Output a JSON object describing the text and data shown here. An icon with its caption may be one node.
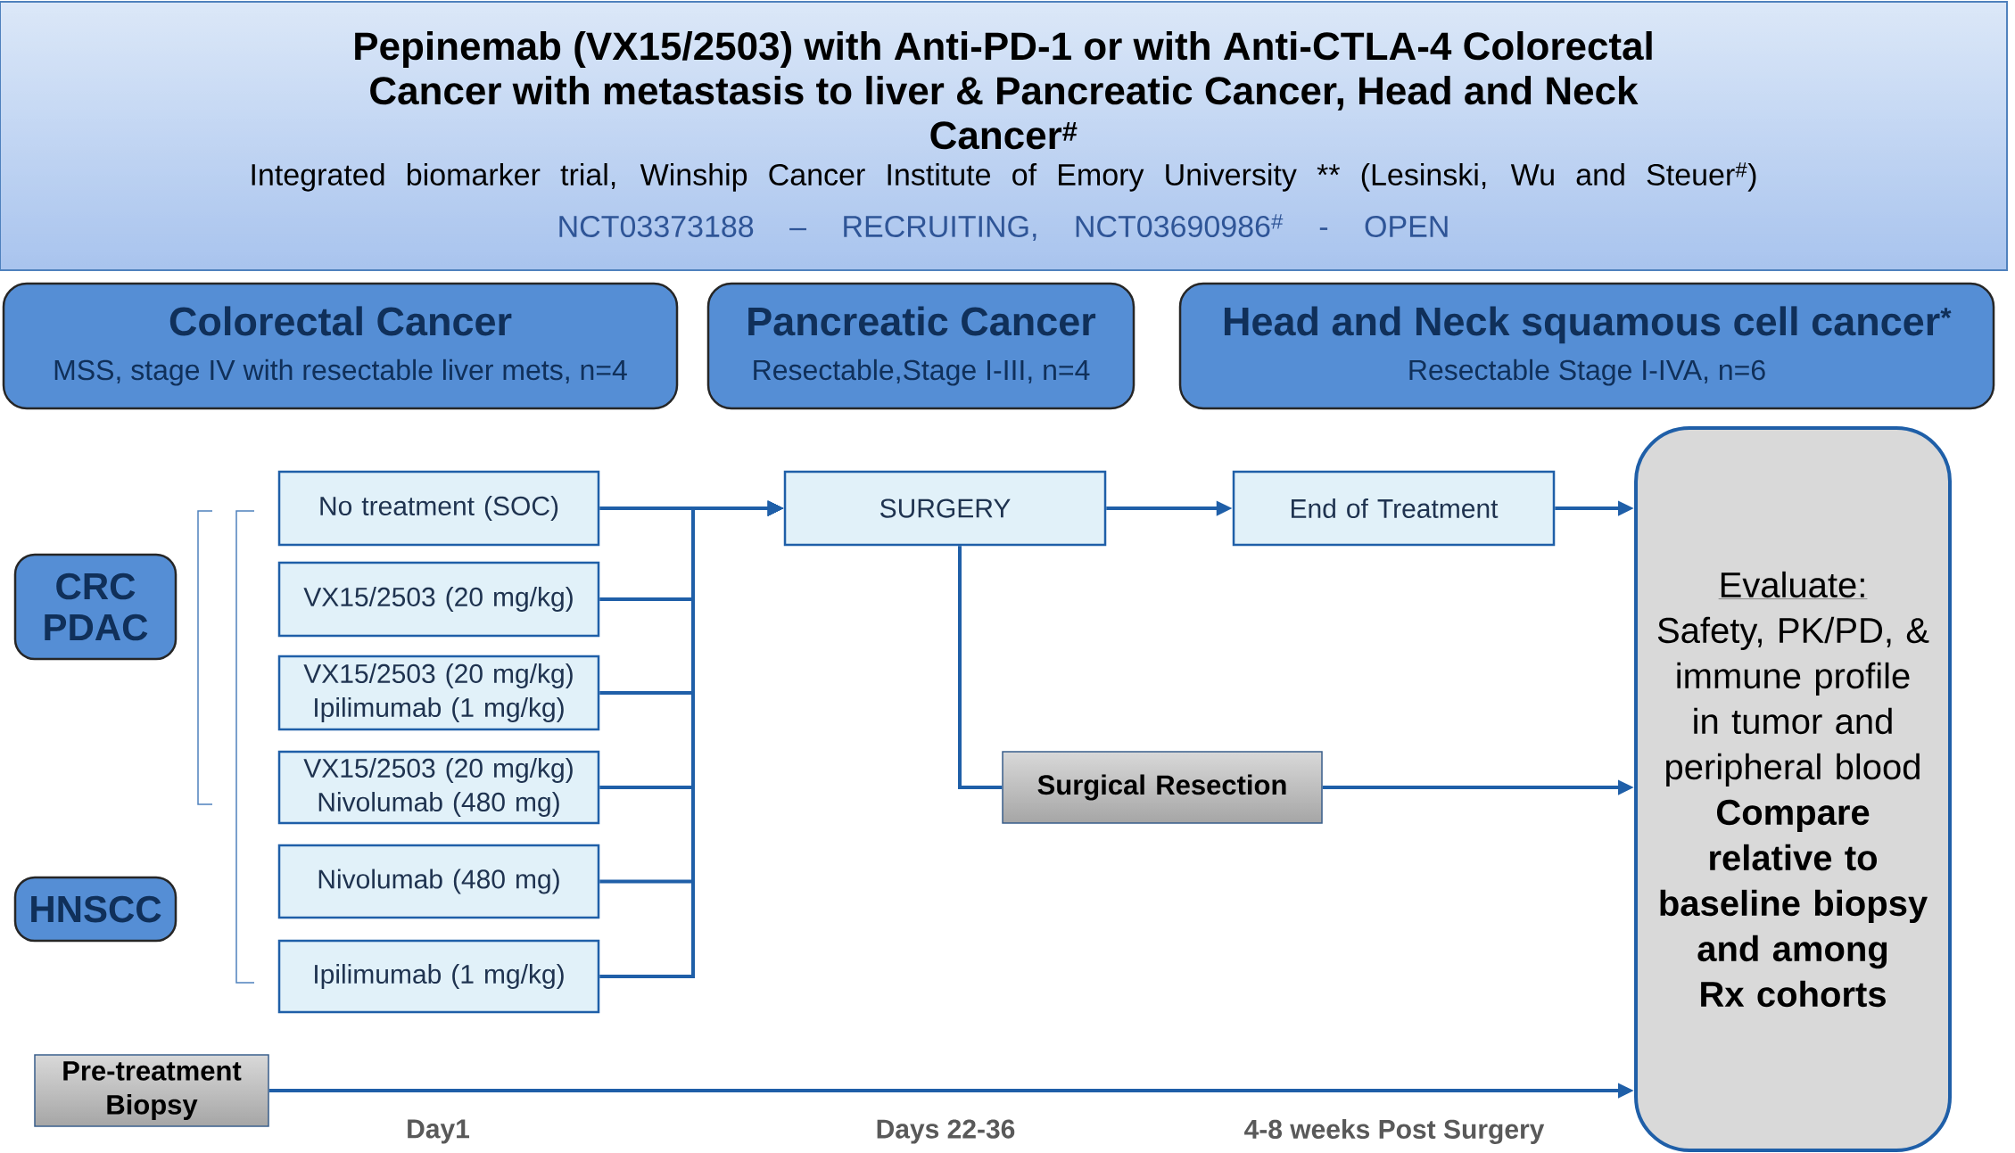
{
  "diagram": {
    "nodes": [
      {
        "text": [
          "Pepinemab (VX15/2503) with Anti-PD-1 or with Anti-CTLA-4 Colorectal Cancer with metastasis to liver & Pancreatic Cancer, Head and Neck Cancer$^{#}$",
          "Integrated biomarker trial, Winship Cancer Institute of Emory University ** (Lesinski, Wu and Steuer$^{#}$)",
          "NCT03373188 – RECRUITING, NCT03690986$^{#}$ - OPEN"
        ]
      },
      {
        "text": [
          "Colorectal Cancer",
          "MSS, stage IV with resectable liver mets, n=4"
        ]
      },
      {
        "text": [
          "Pancreatic Cancer",
          "Resectable,Stage I-III, n=4"
        ]
      },
      {
        "text": [
          "Head and Neck squamous cell cancer$^{*}$",
          "Resectable Stage I-IVA, n=6"
        ]
      },
      {
        "text": [
          "CRC PDAC"
        ]
      },
      {
        "text": [
          "HNSCC"
        ]
      },
      {
        "text": [
          "No treatment (SOC)"
        ]
      },
      {
        "text": [
          "VX15/2503 (20 mg/kg)"
        ]
      },
      {
        "text": [
          "VX15/2503 (20 mg/kg) Ipilimumab (1 mg/kg)"
        ]
      },
      {
        "text": [
          "VX15/2503 (20 mg/kg) Nivolumab (480 mg)"
        ]
      },
      {
        "text": [
          "Nivolumab (480 mg)"
        ]
      },
      {
        "text": [
          "Ipilimumab (1 mg/kg)"
        ]
      },
      {
        "text": [
          "SURGERY"
        ]
      },
      {
        "text": [
          "End of Treatment"
        ]
      },
      {
        "text": [
          "Surgical Resection"
        ]
      },
      {
        "text": [
          "Evaluate:",
          "Safety, PK/PD, & immune profile in tumor and peripheral blood",
          "Compare relative to baseline biopsy and among Rx cohorts"
        ]
      },
      {
        "text": [
          "Pre-treatment Biopsy"
        ]
      }
    ],
    "edges": [
      {
        "from": 6,
        "to": 12,
        "arrow": "to"
      },
      {
        "from": 7,
        "to": 12,
        "arrow": "to"
      },
      {
        "from": 8,
        "to": 12,
        "arrow": "to"
      },
      {
        "from": 9,
        "to": 12,
        "arrow": "to"
      },
      {
        "from": 10,
        "to": 12,
        "arrow": "to"
      },
      {
        "from": 11,
        "to": 12,
        "arrow": "to"
      },
      {
        "from": 12,
        "to": 13,
        "arrow": "to"
      },
      {
        "from": 13,
        "to": 15,
        "arrow": "to"
      },
      {
        "from": 12,
        "to": 14,
        "arrow": "none"
      },
      {
        "from": 14,
        "to": 15,
        "arrow": "to"
      },
      {
        "from": 16,
        "to": 15,
        "arrow": "to"
      }
    ],
    "labels": [
      "Day1",
      "Days 22-36",
      "4-8 weeks Post Surgery"
    ]
  }
}
